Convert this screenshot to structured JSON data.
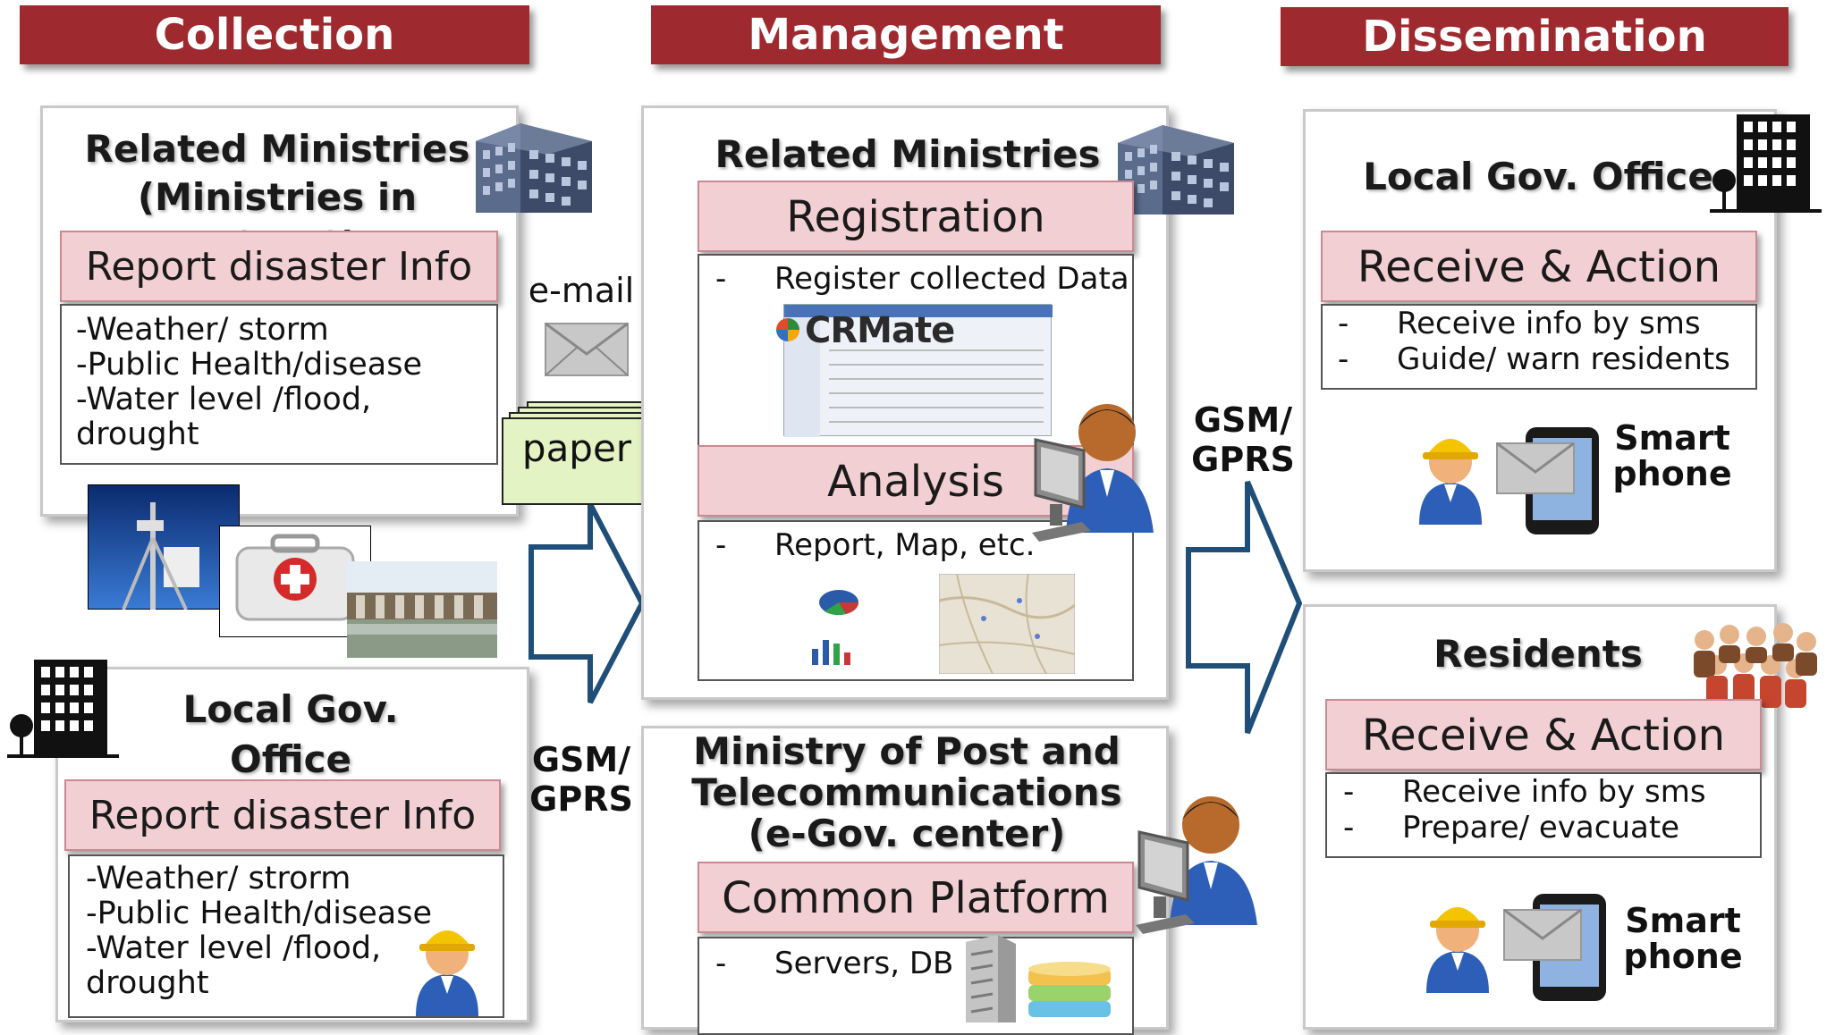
{
  "headers": {
    "collection": "Collection",
    "management": "Management",
    "dissemination": "Dissemination"
  },
  "collection": {
    "ministries": {
      "title_line1": "Related Ministries",
      "title_line2": "(Ministries in NCDPC)",
      "box_title": "Report disaster Info",
      "items": [
        "-Weather/ storm",
        "-Public Health/disease",
        "-Water level /flood,",
        "drought"
      ]
    },
    "local_office": {
      "title": "Local Gov. Office",
      "box_title": "Report disaster Info",
      "items": [
        "-Weather/ strorm",
        "-Public Health/disease",
        "-Water level /flood,",
        "drought"
      ]
    }
  },
  "channels": {
    "email": "e-mail",
    "paper": "paper",
    "gsm_left_1": "GSM/",
    "gsm_left_2": "GPRS",
    "gsm_right_1": "GSM/",
    "gsm_right_2": "GPRS"
  },
  "management": {
    "ministries": {
      "title": "Related Ministries",
      "registration": "Registration",
      "registration_item": "Register collected Data",
      "crm_logo": "CRMate",
      "analysis": "Analysis",
      "analysis_item": "Report, Map, etc."
    },
    "post": {
      "title_line1": "Ministry of Post and",
      "title_line2": "Telecommunications",
      "title_line3": "(e-Gov. center)",
      "platform": "Common Platform",
      "platform_item": "Servers, DB"
    },
    "bullet": "-"
  },
  "dissemination": {
    "local_office": {
      "title": "Local Gov. Office",
      "box_title": "Receive & Action",
      "items": [
        "Receive info by sms",
        "Guide/ warn residents"
      ],
      "phone_label_1": "Smart",
      "phone_label_2": "phone"
    },
    "residents": {
      "title": "Residents",
      "box_title": "Receive & Action",
      "items": [
        "Receive info by sms",
        "Prepare/ evacuate"
      ],
      "phone_label_1": "Smart",
      "phone_label_2": "phone"
    }
  },
  "colors": {
    "header": "#9e2a2f",
    "pink_box": "#f2cfd3",
    "arrow_outline": "#1f4e79"
  },
  "icons": [
    "building-icon",
    "office-building-icon",
    "mail-icon",
    "worker-icon",
    "smartphone-icon",
    "computer-user-icon",
    "server-icon",
    "database-icon",
    "people-icon"
  ]
}
